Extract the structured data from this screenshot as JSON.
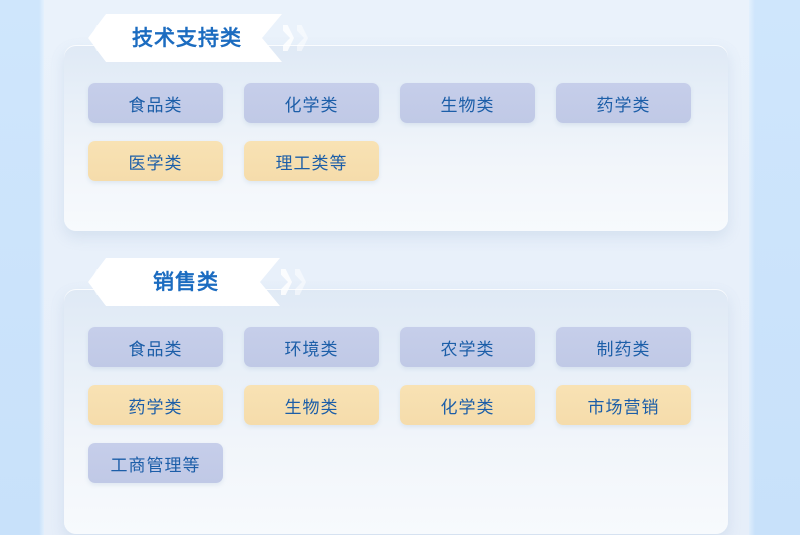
{
  "theme": {
    "page_bg": "#cbe3fb",
    "sheet_bg": "#e8f0fa",
    "panel_bg": "#eef4fa",
    "title_color": "#1c6cc0",
    "tag_text_color": "#1c5ea8",
    "tag_blue": "#c3cbe8",
    "tag_orange": "#f7dfb0",
    "banner_bg": "#ffffff"
  },
  "sections": [
    {
      "id": "technical-support",
      "title": "技术支持类",
      "left_chevron_icon": "double-chevron-left-icon",
      "right_chevron_icon": "double-chevron-right-icon",
      "tags": [
        {
          "label": "食品类",
          "style": "blue"
        },
        {
          "label": "化学类",
          "style": "blue"
        },
        {
          "label": "生物类",
          "style": "blue"
        },
        {
          "label": "药学类",
          "style": "blue"
        },
        {
          "label": "医学类",
          "style": "orange"
        },
        {
          "label": "理工类等",
          "style": "orange"
        }
      ]
    },
    {
      "id": "sales",
      "title": "销售类",
      "left_chevron_icon": "double-chevron-left-icon",
      "right_chevron_icon": "double-chevron-right-icon",
      "tags": [
        {
          "label": "食品类",
          "style": "blue"
        },
        {
          "label": "环境类",
          "style": "blue"
        },
        {
          "label": "农学类",
          "style": "blue"
        },
        {
          "label": "制药类",
          "style": "blue"
        },
        {
          "label": "药学类",
          "style": "orange"
        },
        {
          "label": "生物类",
          "style": "orange"
        },
        {
          "label": "化学类",
          "style": "orange"
        },
        {
          "label": "市场营销",
          "style": "orange"
        },
        {
          "label": "工商管理等",
          "style": "blue"
        }
      ]
    }
  ]
}
